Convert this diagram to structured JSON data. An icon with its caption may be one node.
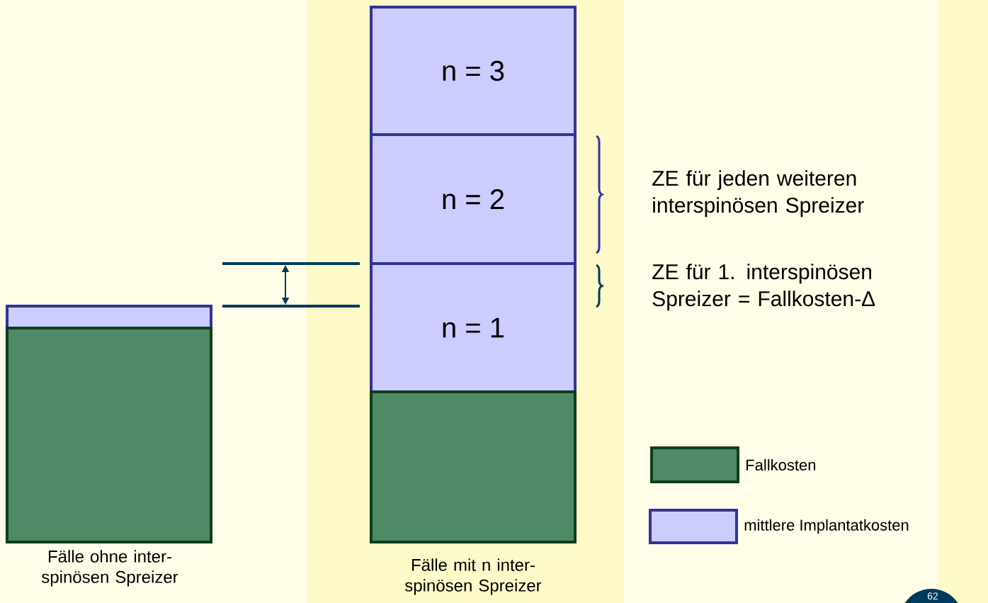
{
  "diagram": {
    "nodes": [
      {
        "text": [],
        "shape": "bar"
      },
      {
        "text": [],
        "shape": "box",
        "beside": [
          "Fälle ohne inter- spinösen Spreizer"
        ]
      },
      {
        "text": [
          "n = 3"
        ]
      },
      {
        "text": [
          "n = 2"
        ]
      },
      {
        "text": [
          "n = 1"
        ]
      },
      {
        "text": [],
        "shape": "box",
        "beside": [
          "Fälle mit n inter- spinösen Spreizer"
        ]
      }
    ],
    "edges": [],
    "labels": [
      "ZE für jeden weiteren interspinösen Spreizer",
      "ZE für 1. interspinösen Spreizer = Fallkosten-Δ",
      "62"
    ],
    "legend": [
      {
        "text": "Fallkosten",
        "color": "#4e8a66"
      },
      {
        "text": "mittlere Implantatkosten",
        "color": "#ccccff"
      }
    ]
  }
}
